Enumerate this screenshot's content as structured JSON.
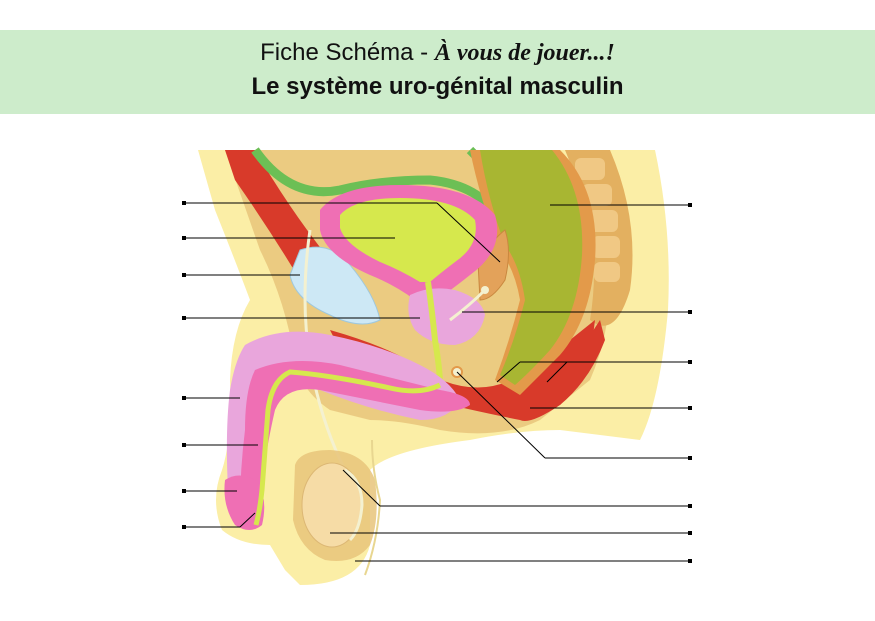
{
  "header": {
    "title_prefix": "Fiche Schéma - ",
    "title_accent": "À vous de jouer...!",
    "subtitle": "Le système uro-génital masculin"
  },
  "diagram": {
    "label_lines_left": 8,
    "label_lines_right": 8,
    "colors": {
      "banner": "#cdeccb",
      "skin": "#fbeea6",
      "tissue": "#e8c47a",
      "muscle": "#d83a2a",
      "bladder": "#d6e84d",
      "bladder_wall": "#ef6fb4",
      "peritoneum": "#6cbf55",
      "pubic_bone": "#cde8f5",
      "rectum": "#a8b632",
      "rectum_wall": "#e39a4a",
      "penis_shaft": "#e9a6dc",
      "spongy_body": "#ef6fb4",
      "urethra": "#d6e84d",
      "testis": "#f6dca6",
      "leader_line": "#000000"
    }
  }
}
